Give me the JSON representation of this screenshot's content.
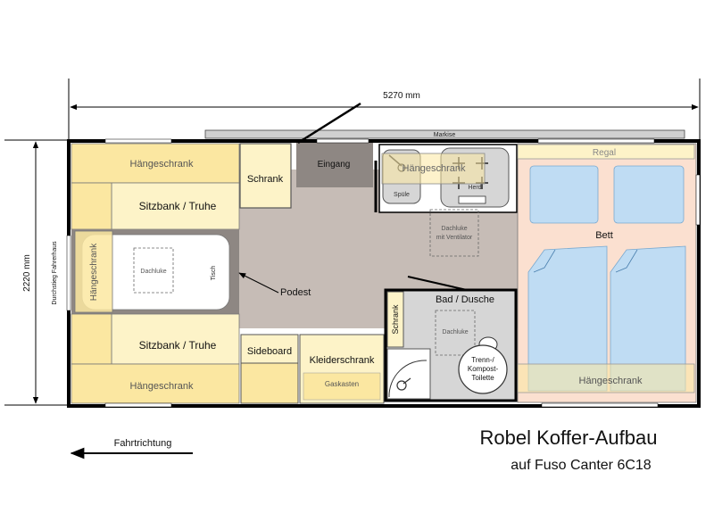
{
  "dimensions": {
    "length": "5270 mm",
    "width": "2220 mm",
    "side_label": "Durchstieg Fahrerhaus"
  },
  "labels": {
    "markise": "Markise",
    "haengeschrank_top": "Hängeschrank",
    "sitzbank_top": "Sitzbank / Truhe",
    "haengeschrank_left": "Hängeschrank",
    "dachluke_table": "Dachluke",
    "tisch": "Tisch",
    "sitzbank_bottom": "Sitzbank / Truhe",
    "haengeschrank_bottom": "Hängeschrank",
    "schrank": "Schrank",
    "eingang": "Eingang",
    "haengeschrank_kitchen": "Hängeschrank",
    "herd": "Herd",
    "spuele": "Spüle",
    "dachluke_vent": "Dachluke mit Ventilator",
    "podest": "Podest",
    "bad": "Bad / Dusche",
    "schrank_bath": "Schrank",
    "dachluke_bath": "Dachluke",
    "toilet": "Trenn-/ Kompost- Toilette",
    "sideboard": "Sideboard",
    "kleiderschrank": "Kleiderschrank",
    "gaskasten": "Gaskasten",
    "regal": "Regal",
    "bett": "Bett",
    "haengeschrank_bed": "Hängeschrank"
  },
  "footer": {
    "direction": "Fahrtrichtung",
    "title": "Robel Koffer-Aufbau",
    "subtitle": "auf Fuso Canter 6C18"
  },
  "colors": {
    "furniture_yellow": "#fbe7a1",
    "furniture_light": "#fdf3c8",
    "floor_gray": "#c6bcb6",
    "dark_gray": "#8e8783",
    "bed_pink": "#fbe0d0",
    "mattress_blue": "#bfdcf3",
    "bath_gray": "#d6d6d6",
    "wall": "#000000"
  }
}
